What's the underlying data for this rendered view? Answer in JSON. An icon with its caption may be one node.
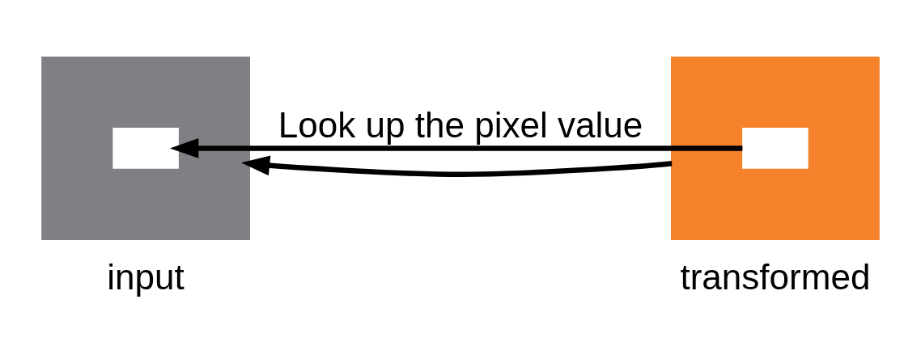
{
  "diagram": {
    "nodes": [
      {
        "text": [],
        "shape": "box",
        "beside": [
          "input"
        ]
      },
      {
        "text": [],
        "shape": "box",
        "in": 0
      },
      {
        "text": [],
        "shape": "box",
        "beside": [
          "transformed"
        ]
      },
      {
        "text": [],
        "shape": "box",
        "in": 2
      }
    ],
    "edges": [
      {
        "from": 3,
        "to": 1,
        "arrow": "to",
        "label": "Look up the pixel value"
      },
      {
        "from": 2,
        "to": 0,
        "arrow": "to"
      }
    ]
  }
}
